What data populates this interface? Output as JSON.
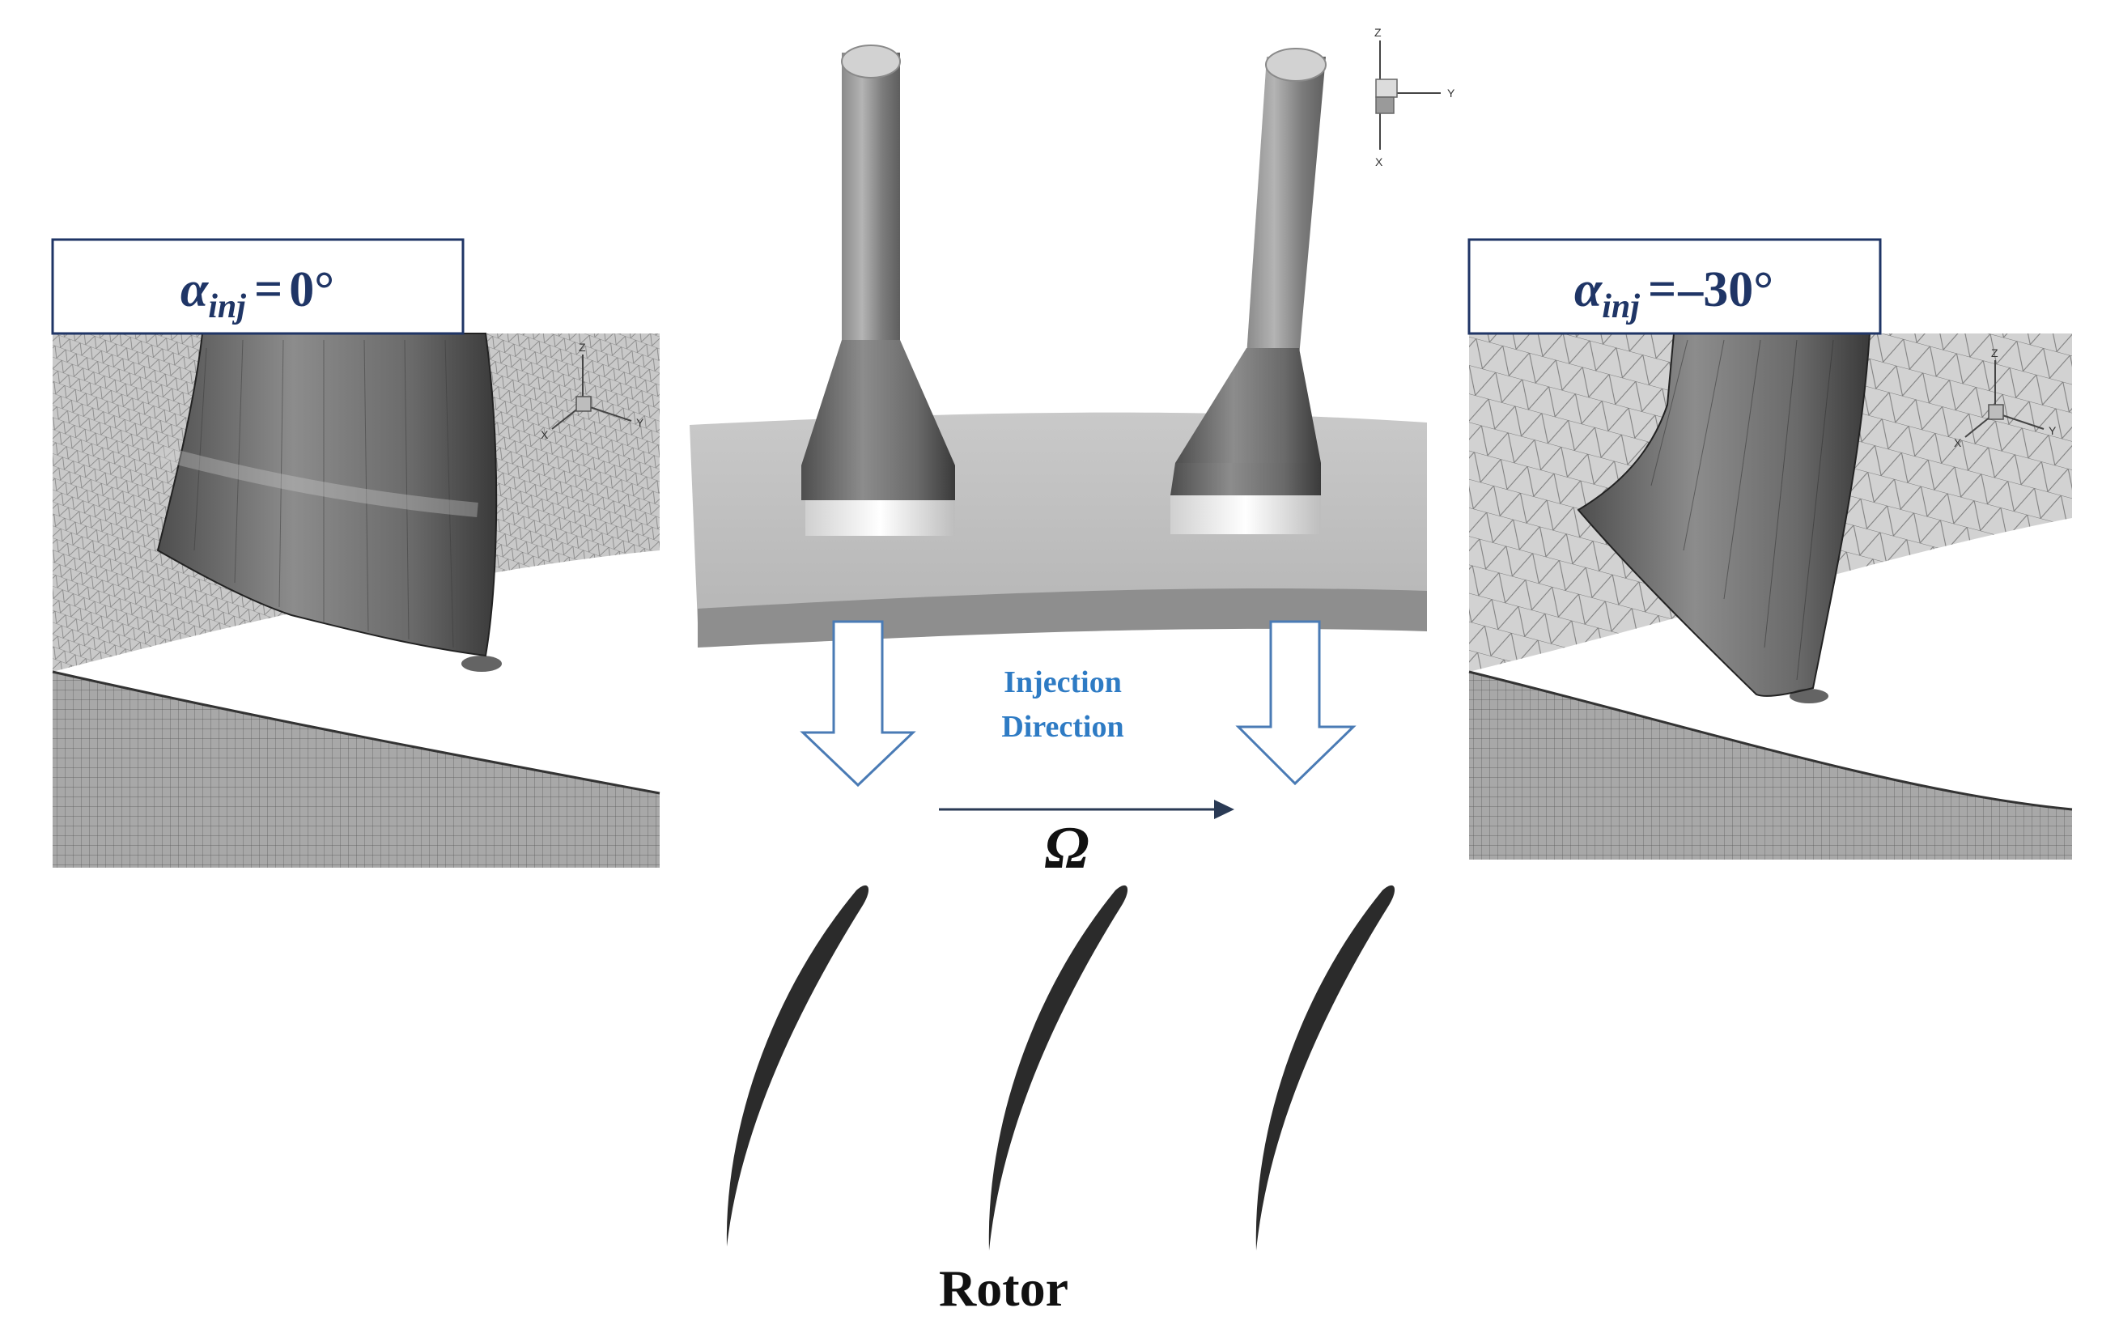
{
  "panels": {
    "left": {
      "alpha_symbol": "α",
      "alpha_subscript": "inj",
      "equals": "=",
      "angle": "0°"
    },
    "right": {
      "alpha_symbol": "α",
      "alpha_subscript": "inj",
      "equals": "=",
      "angle": "–30°"
    }
  },
  "axes_triad": {
    "z": "Z",
    "y": "Y",
    "x": "X"
  },
  "injection_label": {
    "line1": "Injection",
    "line2": "Direction"
  },
  "rotation_symbol": "Ω",
  "rotor_label": "Rotor",
  "colors": {
    "label_navy": "#1f3566",
    "injection_blue": "#2e7bc4",
    "arrow_outline": "#4a7bb5",
    "blade_dark": "#2b2b2b"
  }
}
